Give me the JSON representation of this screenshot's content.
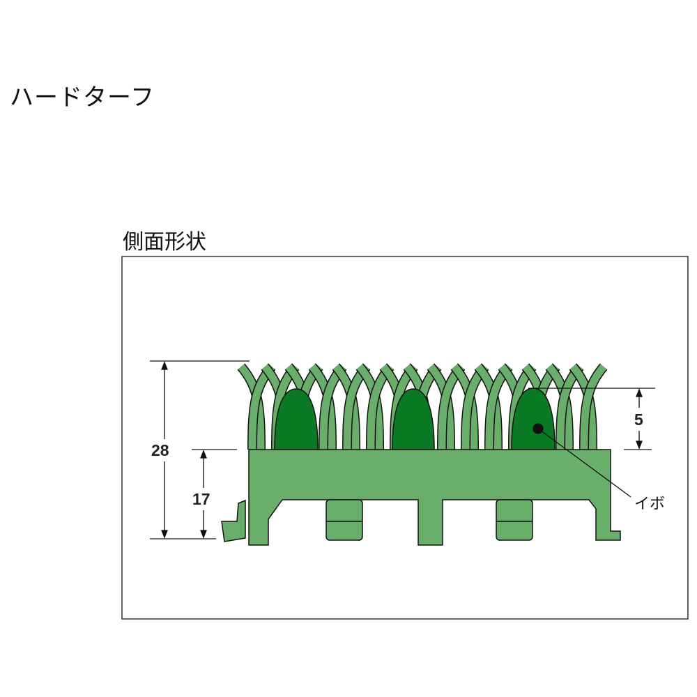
{
  "title": "ハードターフ",
  "section_title": "側面形状",
  "dimensions": {
    "total_height": "28",
    "base_height": "17",
    "nub_height": "5"
  },
  "callout": "イボ",
  "colors": {
    "blade": "#6aae6c",
    "nub": "#0b7a24",
    "outline": "#111111"
  }
}
